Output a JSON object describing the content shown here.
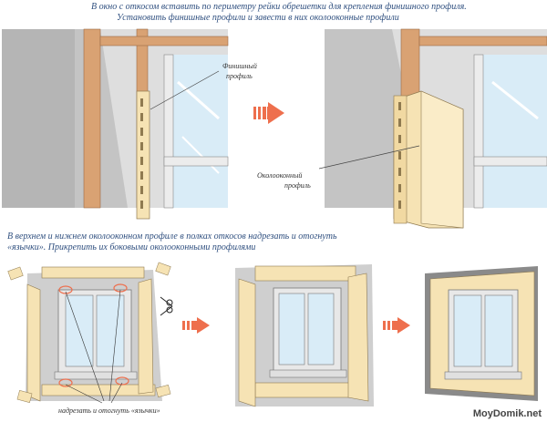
{
  "captions": {
    "top_line1": "В окно с откосом вставить по периметру рейки обрешетки для крепления финишного профиля.",
    "top_line2": "Установить финишные профили и завести в них околооконные профили",
    "mid_line1": "В верхнем и нижнем околооконном профиле в полках откосов надрезать и отогнуть",
    "mid_line2": "«язычки». Прикрепить их боковыми околооконными профилями"
  },
  "labels": {
    "finish_profile_l1": "Финишный",
    "finish_profile_l2": "профиль",
    "window_profile_l1": "Околооконный",
    "window_profile_l2": "профиль",
    "cut_bend": "надрезать и отогнуть «язычки»"
  },
  "brand": "MoyDomik.net",
  "colors": {
    "caption": "#2f4f7f",
    "arrow": "#ee6f4d",
    "profile": "#f6e3b4",
    "wall": "#bfbfbf",
    "batten": "#d9a273",
    "glass": "#dcecf6"
  }
}
